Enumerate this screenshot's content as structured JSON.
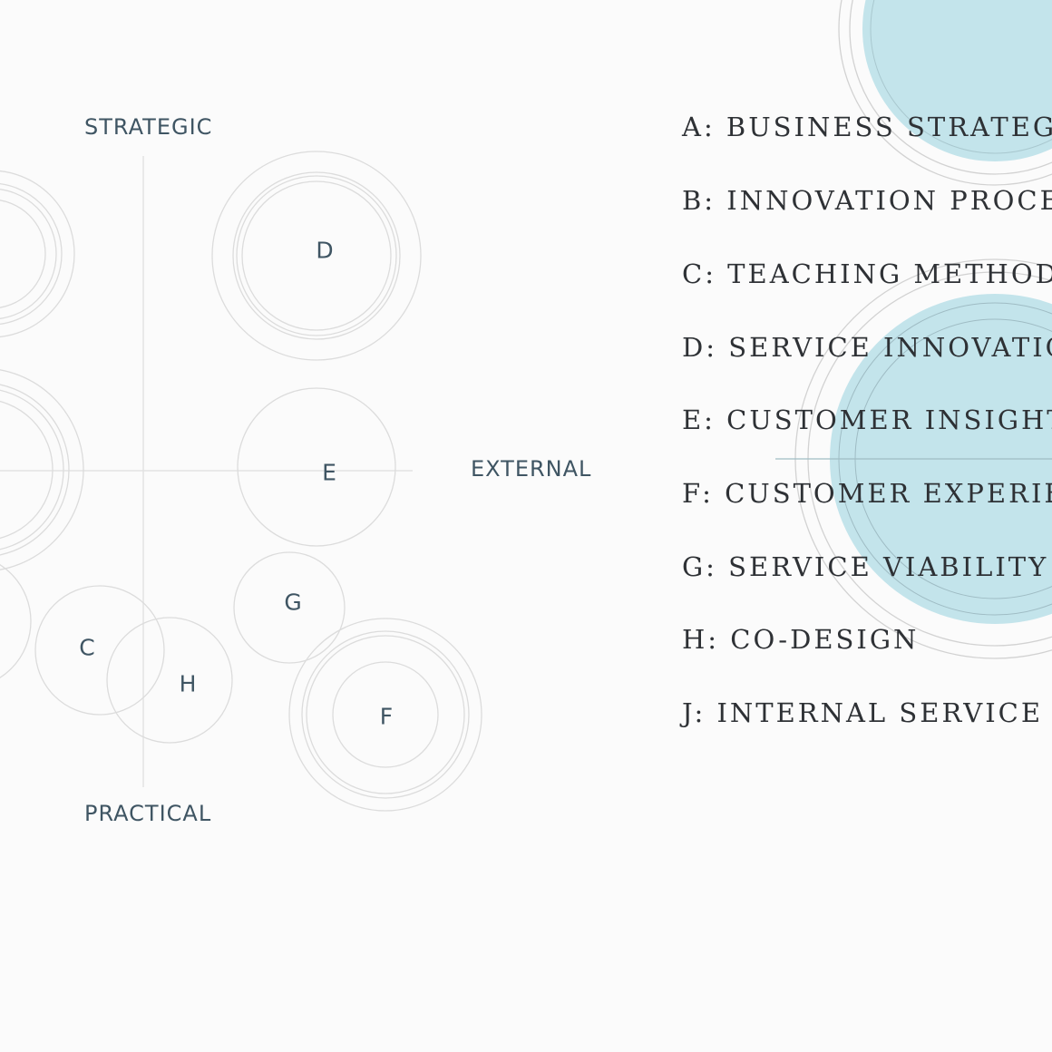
{
  "axes": {
    "top": "STRATEGIC",
    "bottom": "PRACTICAL",
    "right": "EXTERNAL"
  },
  "circles": [
    {
      "letter": "D"
    },
    {
      "letter": "E"
    },
    {
      "letter": "G"
    },
    {
      "letter": "C"
    },
    {
      "letter": "H"
    },
    {
      "letter": "F"
    }
  ],
  "legend": [
    "A: BUSINESS STRATEGY",
    "B: INNOVATION PROCESS",
    "C: TEACHING METHODS",
    "D: SERVICE INNOVATION",
    "E: CUSTOMER INSIGHT",
    "F: CUSTOMER EXPERIENCE",
    "G: SERVICE VIABILITY",
    "H: CO-DESIGN",
    "J: INTERNAL SERVICE DESIGN"
  ],
  "colors": {
    "accent_fill": "#c3e4eb",
    "circle_stroke": "#dcdcdc",
    "axis_text": "#3f5563",
    "legend_text": "#2e3135",
    "background": "#fbfbfb"
  }
}
